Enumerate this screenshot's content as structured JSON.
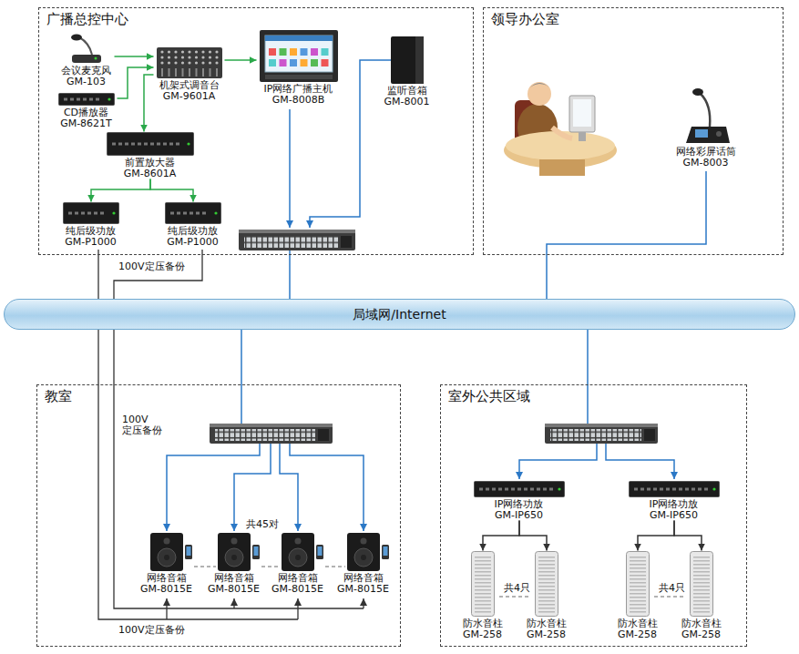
{
  "diagram": {
    "nodes": [
      {
        "text": [
          "广播总控中心"
        ]
      },
      {
        "text": [
          "会议麦克风",
          "GM-103"
        ],
        "in": 0
      },
      {
        "text": [
          "机架式调音台",
          "GM-9601A"
        ],
        "in": 0
      },
      {
        "text": [
          "IP网络广播主机",
          "GM-8008B"
        ],
        "in": 0
      },
      {
        "text": [
          "监听音箱",
          "GM-8001"
        ],
        "in": 0
      },
      {
        "text": [
          "CD播放器",
          "GM-8621T"
        ],
        "in": 0
      },
      {
        "text": [
          "前置放大器",
          "GM-8601A"
        ],
        "in": 0
      },
      {
        "text": [
          "纯后级功放",
          "GM-P1000"
        ],
        "in": 0
      },
      {
        "text": [
          "纯后级功放",
          "GM-P1000"
        ],
        "in": 0
      },
      {
        "text": [
          "领导办公室"
        ]
      },
      {
        "text": [
          "网络彩屏话筒",
          "GM-8003"
        ],
        "in": 9
      },
      {
        "text": [
          "局域网/Internet"
        ]
      },
      {
        "text": [
          "教室"
        ]
      },
      {
        "text": [
          "网络音箱",
          "GM-8015E"
        ],
        "in": 12
      },
      {
        "text": [
          "网络音箱",
          "GM-8015E"
        ],
        "in": 12
      },
      {
        "text": [
          "网络音箱",
          "GM-8015E"
        ],
        "in": 12
      },
      {
        "text": [
          "网络音箱",
          "GM-8015E"
        ],
        "in": 12
      },
      {
        "text": [
          "室外公共区域"
        ]
      },
      {
        "text": [
          "IP网络功放",
          "GM-IP650"
        ],
        "in": 17
      },
      {
        "text": [
          "IP网络功放",
          "GM-IP650"
        ],
        "in": 17
      },
      {
        "text": [
          "防水音柱",
          "GM-258"
        ],
        "in": 17
      },
      {
        "text": [
          "防水音柱",
          "GM-258"
        ],
        "in": 17
      },
      {
        "text": [
          "防水音柱",
          "GM-258"
        ],
        "in": 17
      },
      {
        "text": [
          "防水音柱",
          "GM-258"
        ],
        "in": 17
      }
    ],
    "edges": [
      {
        "from": 1,
        "to": 2,
        "arrow": "to"
      },
      {
        "from": 5,
        "to": 2,
        "arrow": "to"
      },
      {
        "from": 2,
        "to": 3,
        "arrow": "to"
      },
      {
        "from": 2,
        "to": 6,
        "arrow": "to"
      },
      {
        "from": 6,
        "to": 7,
        "arrow": "to"
      },
      {
        "from": 6,
        "to": 8,
        "arrow": "to"
      },
      {
        "from": 0,
        "to": 11,
        "arrow": "none"
      },
      {
        "from": 9,
        "to": 11,
        "arrow": "none"
      },
      {
        "from": 11,
        "to": 12,
        "arrow": "none"
      },
      {
        "from": 11,
        "to": 17,
        "arrow": "none"
      },
      {
        "from": 18,
        "to": 20,
        "arrow": "to"
      },
      {
        "from": 18,
        "to": 21,
        "arrow": "to"
      },
      {
        "from": 19,
        "to": 22,
        "arrow": "to"
      },
      {
        "from": 19,
        "to": 23,
        "arrow": "to"
      }
    ],
    "labels": [
      "100V定压备份",
      "100V 定压备份",
      "共45对",
      "共4只",
      "共4只",
      "100V定压备份"
    ]
  }
}
